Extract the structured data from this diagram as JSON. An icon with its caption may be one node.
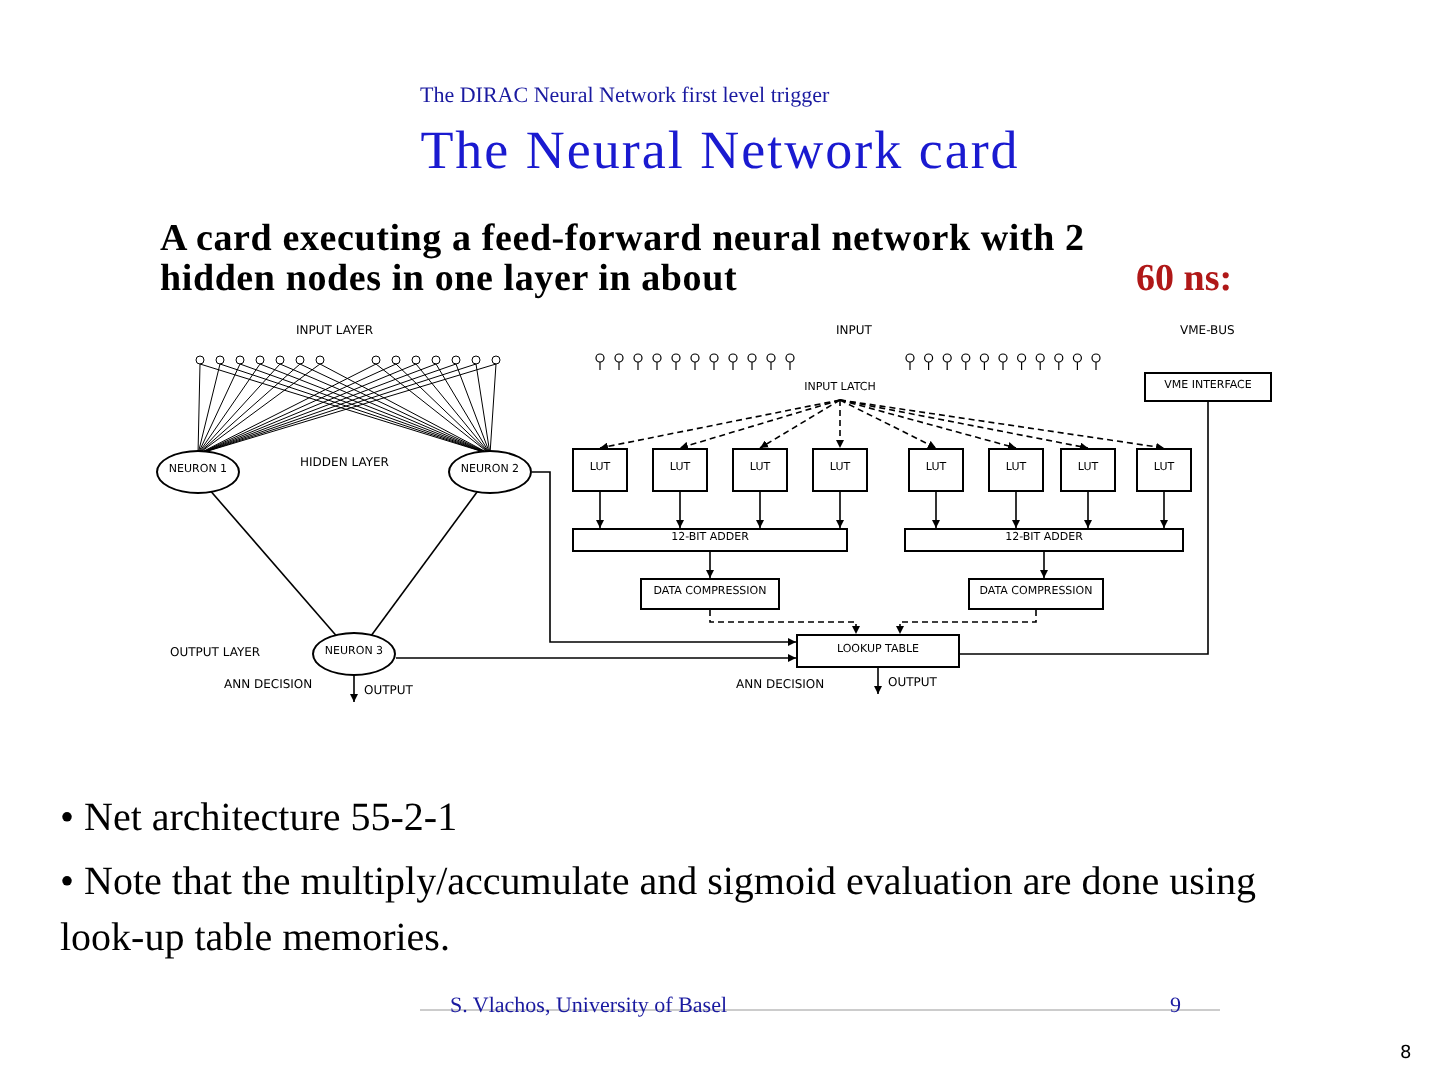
{
  "diagram": {
    "title": "The Neural Network card",
    "nodes": [
      {
        "text": [
          "NEURON 1"
        ]
      },
      {
        "text": [
          "NEURON 2"
        ]
      },
      {
        "text": [
          "NEURON 3"
        ]
      },
      {
        "text": [
          "INPUT LATCH"
        ]
      },
      {
        "text": [
          "VME INTERFACE"
        ]
      },
      {
        "text": [
          "LUT"
        ]
      },
      {
        "text": [
          "LUT"
        ]
      },
      {
        "text": [
          "LUT"
        ]
      },
      {
        "text": [
          "LUT"
        ]
      },
      {
        "text": [
          "LUT"
        ]
      },
      {
        "text": [
          "LUT"
        ]
      },
      {
        "text": [
          "LUT"
        ]
      },
      {
        "text": [
          "LUT"
        ]
      },
      {
        "text": [
          "12-BIT ADDER"
        ]
      },
      {
        "text": [
          "12-BIT ADDER"
        ]
      },
      {
        "text": [
          "DATA COMPRESSION"
        ]
      },
      {
        "text": [
          "DATA COMPRESSION"
        ]
      },
      {
        "text": [
          "LOOKUP TABLE"
        ]
      }
    ],
    "edges": [
      {
        "from": 0,
        "to": 2,
        "arrow": "none"
      },
      {
        "from": 1,
        "to": 2,
        "arrow": "none"
      },
      {
        "from": 3,
        "to": 5,
        "arrow": "to",
        "style": "dashed"
      },
      {
        "from": 3,
        "to": 6,
        "arrow": "to",
        "style": "dashed"
      },
      {
        "from": 3,
        "to": 7,
        "arrow": "to",
        "style": "dashed"
      },
      {
        "from": 3,
        "to": 8,
        "arrow": "to",
        "style": "dashed"
      },
      {
        "from": 3,
        "to": 9,
        "arrow": "to",
        "style": "dashed"
      },
      {
        "from": 3,
        "to": 10,
        "arrow": "to",
        "style": "dashed"
      },
      {
        "from": 3,
        "to": 11,
        "arrow": "to",
        "style": "dashed"
      },
      {
        "from": 3,
        "to": 12,
        "arrow": "to",
        "style": "dashed"
      },
      {
        "from": 5,
        "to": 13,
        "arrow": "to"
      },
      {
        "from": 6,
        "to": 13,
        "arrow": "to"
      },
      {
        "from": 7,
        "to": 13,
        "arrow": "to"
      },
      {
        "from": 8,
        "to": 13,
        "arrow": "to"
      },
      {
        "from": 9,
        "to": 14,
        "arrow": "to"
      },
      {
        "from": 10,
        "to": 14,
        "arrow": "to"
      },
      {
        "from": 11,
        "to": 14,
        "arrow": "to"
      },
      {
        "from": 12,
        "to": 14,
        "arrow": "to"
      },
      {
        "from": 13,
        "to": 15,
        "arrow": "to"
      },
      {
        "from": 14,
        "to": 16,
        "arrow": "to"
      },
      {
        "from": 15,
        "to": 17,
        "arrow": "to",
        "style": "dashed"
      },
      {
        "from": 16,
        "to": 17,
        "arrow": "to",
        "style": "dashed"
      },
      {
        "from": 1,
        "to": 17,
        "arrow": "to"
      },
      {
        "from": 2,
        "to": 17,
        "arrow": "to"
      },
      {
        "from": 4,
        "to": 17,
        "arrow": "none"
      },
      {
        "from": 17,
        "to": null,
        "arrow": "to",
        "label": "OUTPUT"
      },
      {
        "from": 2,
        "to": null,
        "arrow": "to",
        "label": "OUTPUT"
      }
    ],
    "labels": [
      "The DIRAC Neural Network first level trigger",
      "A card executing a feed-forward neural network with 2 hidden nodes in one layer in about",
      "60 ns:",
      "INPUT LAYER",
      "HIDDEN LAYER",
      "OUTPUT LAYER",
      "ANN DECISION",
      "INPUT",
      "VME-BUS",
      "ANN DECISION",
      "• Net architecture 55-2-1",
      "• Note that the multiply/accumulate and sigmoid evaluation are done using look-up table memories.",
      "S. Vlachos, University of Basel",
      "9",
      "8"
    ]
  }
}
